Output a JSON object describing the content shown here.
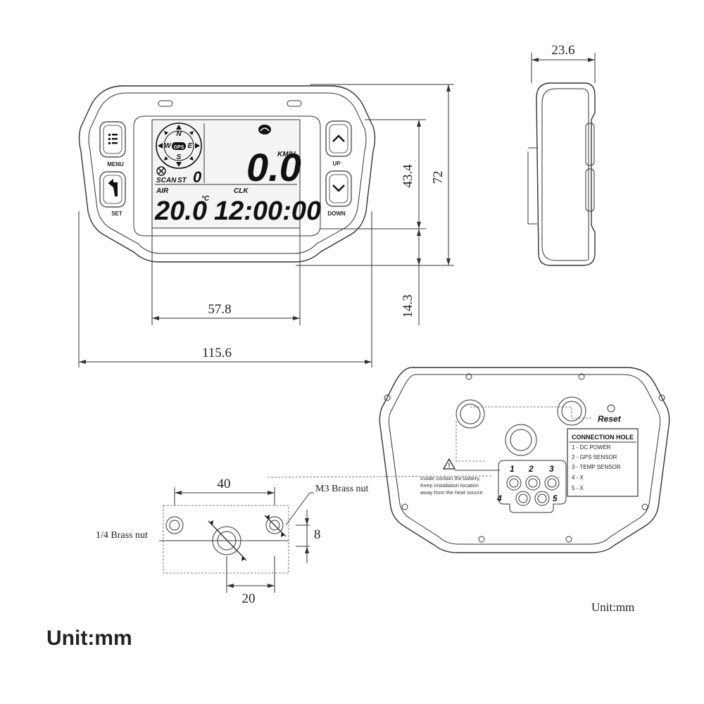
{
  "dimensions": {
    "depth": "23.6",
    "screen_height": "43.4",
    "total_height": "72",
    "bottom_offset": "14.3",
    "screen_width": "57.8",
    "total_width": "115.6",
    "hole_spacing": "40",
    "vertical_offset": "8",
    "center_spacing": "20"
  },
  "buttons": {
    "menu": "MENU",
    "set": "SET",
    "up": "UP",
    "down": "DOWN"
  },
  "lcd": {
    "compass_n": "N",
    "compass_s": "S",
    "compass_e": "E",
    "compass_w": "W",
    "gps": "GPS",
    "scan": "SCAN",
    "st": "ST",
    "st_value": "0",
    "speed": "0.0",
    "speed_unit": "KM/H",
    "air_label": "AIR",
    "air_value": "20.0",
    "air_unit": "°C",
    "clk_label": "CLK",
    "clk_value": "12:00:00"
  },
  "back_panel": {
    "reset_label": "Reset",
    "warning_line1": "Inside contain the battery,",
    "warning_line2": "Keep installation location",
    "warning_line3": "away from the heat source.",
    "connection_title": "CONNECTION HOLE",
    "connection_items": [
      "1 - DC POWER",
      "2 - GPS SENSOR",
      "3 - TEMP SENSOR",
      "4 - X",
      "5 - X"
    ],
    "port_numbers": [
      "1",
      "2",
      "3",
      "4",
      "5"
    ]
  },
  "mount": {
    "m3_label": "M3 Brass nut",
    "quarter_label": "1/4 Brass nut"
  },
  "units": {
    "small": "Unit:mm",
    "big": "Unit:mm"
  }
}
